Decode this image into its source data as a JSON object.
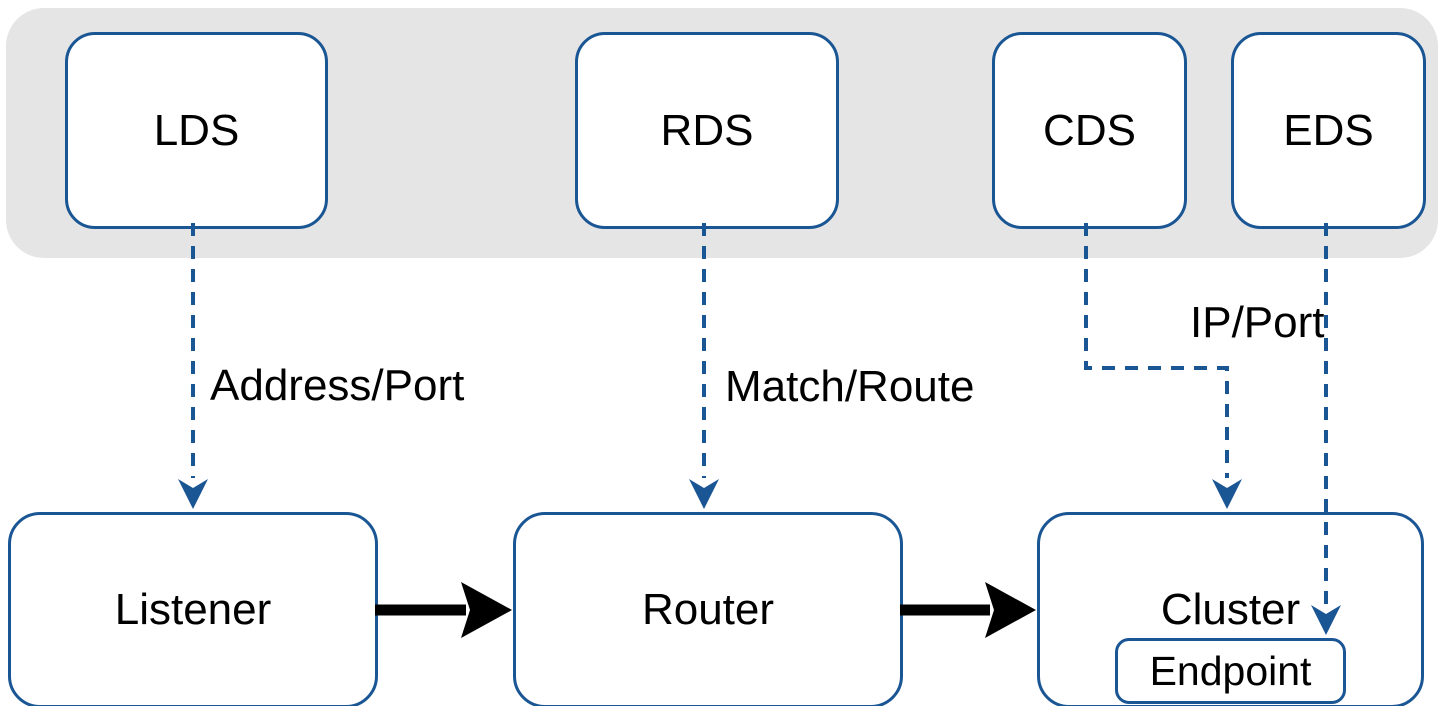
{
  "diagram": {
    "kind": "xds-flow-diagram",
    "colors": {
      "accent_blue": "#1a5694",
      "panel_gray": "#e5e5e5",
      "box_fill": "#ffffff",
      "solid_arrow": "#000000",
      "text": "#000000"
    },
    "control_plane": {
      "services": [
        {
          "id": "lds",
          "label": "LDS"
        },
        {
          "id": "rds",
          "label": "RDS"
        },
        {
          "id": "cds",
          "label": "CDS"
        },
        {
          "id": "eds",
          "label": "EDS"
        }
      ]
    },
    "data_plane": {
      "nodes": [
        {
          "id": "listener",
          "label": "Listener"
        },
        {
          "id": "router",
          "label": "Router"
        },
        {
          "id": "cluster",
          "label": "Cluster"
        },
        {
          "id": "endpoint",
          "label": "Endpoint",
          "parent": "cluster"
        }
      ]
    },
    "edges": [
      {
        "from": "LDS",
        "to": "Listener",
        "style": "dashed",
        "label": "Address/Port"
      },
      {
        "from": "RDS",
        "to": "Router",
        "style": "dashed",
        "label": "Match/Route"
      },
      {
        "from": "CDS",
        "to": "Cluster",
        "style": "dashed",
        "label": ""
      },
      {
        "from": "EDS",
        "to": "Endpoint",
        "style": "dashed",
        "label": "IP/Port"
      },
      {
        "from": "Listener",
        "to": "Router",
        "style": "solid",
        "label": ""
      },
      {
        "from": "Router",
        "to": "Cluster",
        "style": "solid",
        "label": ""
      }
    ]
  }
}
